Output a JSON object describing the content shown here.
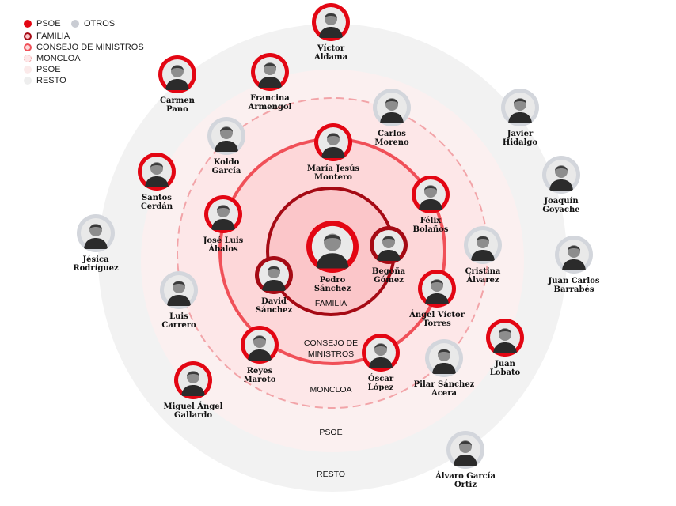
{
  "legend": {
    "psoe": "PSOE",
    "otros": "OTROS",
    "familia": "FAMILIA",
    "consejo": "CONSEJO DE MINISTROS",
    "moncloa": "MONCLOA",
    "psoe_zone": "PSOE",
    "resto": "RESTO"
  },
  "colors": {
    "psoe": "#e30613",
    "otros": "#d3d6dc",
    "familia_ring": "#a50a14",
    "consejo_ring": "#f05058",
    "moncloa_dash": "#f2a4a8",
    "moncloa_fill": "#fde7e8",
    "psoe_fill": "#fbf0f0",
    "resto_fill": "#f2f2f2"
  },
  "zones": {
    "familia": "FAMILIA",
    "consejo_line1": "CONSEJO DE",
    "consejo_line2": "MINISTROS",
    "moncloa": "MONCLOA",
    "psoe": "PSOE",
    "resto": "RESTO"
  },
  "people": {
    "pedro_sanchez": {
      "line1": "Pedro",
      "line2": "Sánchez",
      "group": "psoe"
    },
    "begona_gomez": {
      "line1": "Begoña",
      "line2": "Gómez",
      "group": "psoe"
    },
    "david_sanchez": {
      "line1": "David",
      "line2": "Sánchez",
      "group": "psoe"
    },
    "maria_jesus_montero": {
      "line1": "María Jesús",
      "line2": "Montero",
      "group": "psoe"
    },
    "felix_bolanos": {
      "line1": "Félix",
      "line2": "Bolaños",
      "group": "psoe"
    },
    "angel_victor_torres": {
      "line1": "Ángel Víctor",
      "line2": "Torres",
      "group": "psoe"
    },
    "oscar_lopez": {
      "line1": "Óscar",
      "line2": "López",
      "group": "psoe"
    },
    "reyes_maroto": {
      "line1": "Reyes",
      "line2": "Maroto",
      "group": "psoe"
    },
    "jose_luis_abalos": {
      "line1": "José Luis",
      "line2": "Ábalos",
      "group": "psoe"
    },
    "koldo_garcia": {
      "line1": "Koldo",
      "line2": "García",
      "group": "otros"
    },
    "carlos_moreno": {
      "line1": "Carlos",
      "line2": "Moreno",
      "group": "otros"
    },
    "cristina_alvarez": {
      "line1": "Cristina",
      "line2": "Álvarez",
      "group": "otros"
    },
    "pilar_sanchez_acera": {
      "line1": "Pilar Sánchez",
      "line2": "Acera",
      "group": "otros"
    },
    "luis_carrero": {
      "line1": "Luis",
      "line2": "Carrero",
      "group": "otros"
    },
    "francina_armengol": {
      "line1": "Francina",
      "line2": "Armengol",
      "group": "psoe"
    },
    "santos_cerdan": {
      "line1": "Santos",
      "line2": "Cerdán",
      "group": "psoe"
    },
    "juan_lobato": {
      "line1": "Juan",
      "line2": "Lobato",
      "group": "psoe"
    },
    "miguel_angel_gallardo": {
      "line1": "Miguel Ángel",
      "line2": "Gallardo",
      "group": "psoe"
    },
    "victor_aldama": {
      "line1": "Víctor",
      "line2": "Aldama",
      "group": "psoe"
    },
    "carmen_pano": {
      "line1": "Carmen",
      "line2": "Pano",
      "group": "psoe"
    },
    "javier_hidalgo": {
      "line1": "Javier",
      "line2": "Hidalgo",
      "group": "otros"
    },
    "joaquin_goyache": {
      "line1": "Joaquín",
      "line2": "Goyache",
      "group": "otros"
    },
    "juan_carlos_barrabes": {
      "line1": "Juan Carlos",
      "line2": "Barrabés",
      "group": "otros"
    },
    "jesica_rodriguez": {
      "line1": "Jésica",
      "line2": "Rodríguez",
      "group": "otros"
    },
    "alvaro_garcia_ortiz": {
      "line1": "Álvaro García",
      "line2": "Ortiz",
      "group": "otros"
    }
  }
}
